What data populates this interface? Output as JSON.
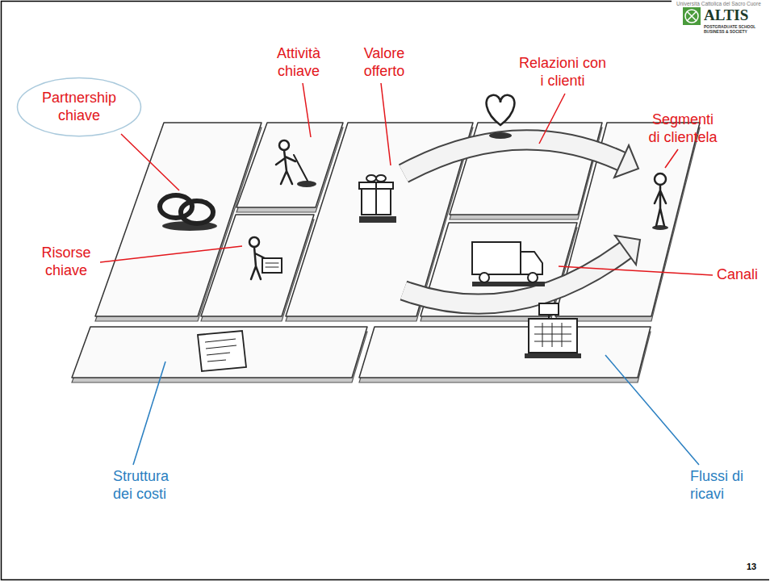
{
  "diagram": {
    "nodes": [
      {
        "text": [
          "Partnership chiave"
        ]
      }
    ],
    "labels": [
      "Attività chiave",
      "Valore offerto",
      "Relazioni con i clienti",
      "Segmenti di clientela",
      "Risorse chiave",
      "Canali",
      "Struttura dei costi",
      "Flussi di ricavi",
      "Università Cattolica del Sacro Cuore",
      "ALTIS",
      "POSTGRADUATE SCHOOL",
      "BUSINESS & SOCIETY",
      "13"
    ]
  }
}
